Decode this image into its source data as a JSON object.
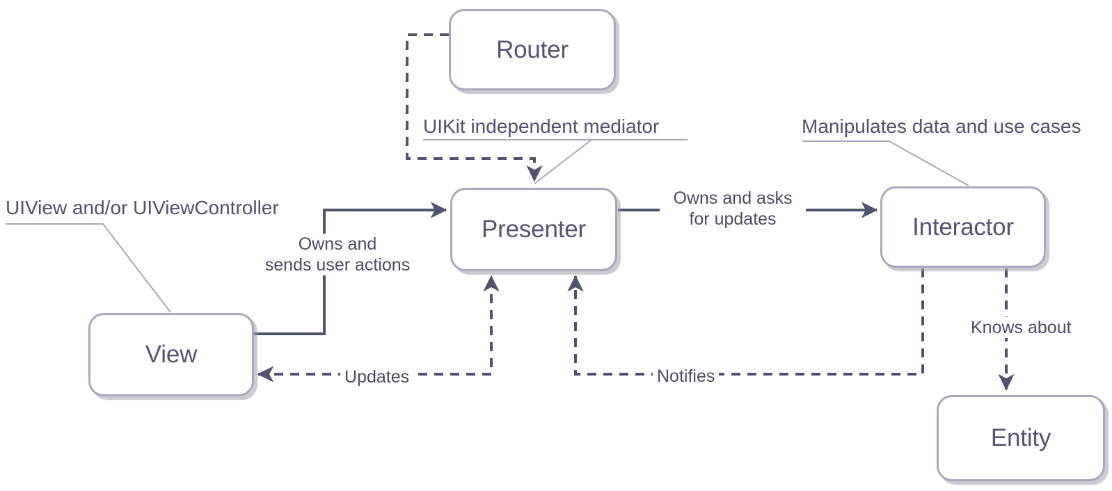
{
  "diagram": {
    "type": "architecture-diagram",
    "pattern": "VIPER",
    "nodes": {
      "router": {
        "label": "Router"
      },
      "presenter": {
        "label": "Presenter"
      },
      "view": {
        "label": "View"
      },
      "interactor": {
        "label": "Interactor"
      },
      "entity": {
        "label": "Entity"
      }
    },
    "annotations": {
      "view_note": {
        "text": "UIView and/or UIViewController",
        "points_to": "view"
      },
      "presenter_note": {
        "text": "UIKit independent mediator",
        "points_to": "presenter"
      },
      "interactor_note": {
        "text": "Manipulates data and use cases",
        "points_to": "interactor"
      }
    },
    "edges": [
      {
        "from": "router",
        "to": "presenter",
        "style": "dashed",
        "label": ""
      },
      {
        "from": "view",
        "to": "presenter",
        "style": "solid",
        "label": "Owns and\nsends user actions"
      },
      {
        "from": "presenter",
        "to": "interactor",
        "style": "solid",
        "label": "Owns and asks\nfor updates"
      },
      {
        "from": "presenter",
        "to": "view",
        "style": "dashed",
        "label": "Updates"
      },
      {
        "from": "interactor",
        "to": "presenter",
        "style": "dashed",
        "label": "Notifies"
      },
      {
        "from": "interactor",
        "to": "entity",
        "style": "dashed",
        "label": "Knows about"
      }
    ],
    "colors": {
      "background": "#ffffff",
      "arrow_stroke": "#50536a",
      "node_border": "#a9a9bd",
      "node_fill": "#ffffff",
      "node_text": "#55556f",
      "label_text": "#4b4e63",
      "callout_line": "#a9a9bd",
      "shadow": "#a0a0ac"
    }
  }
}
